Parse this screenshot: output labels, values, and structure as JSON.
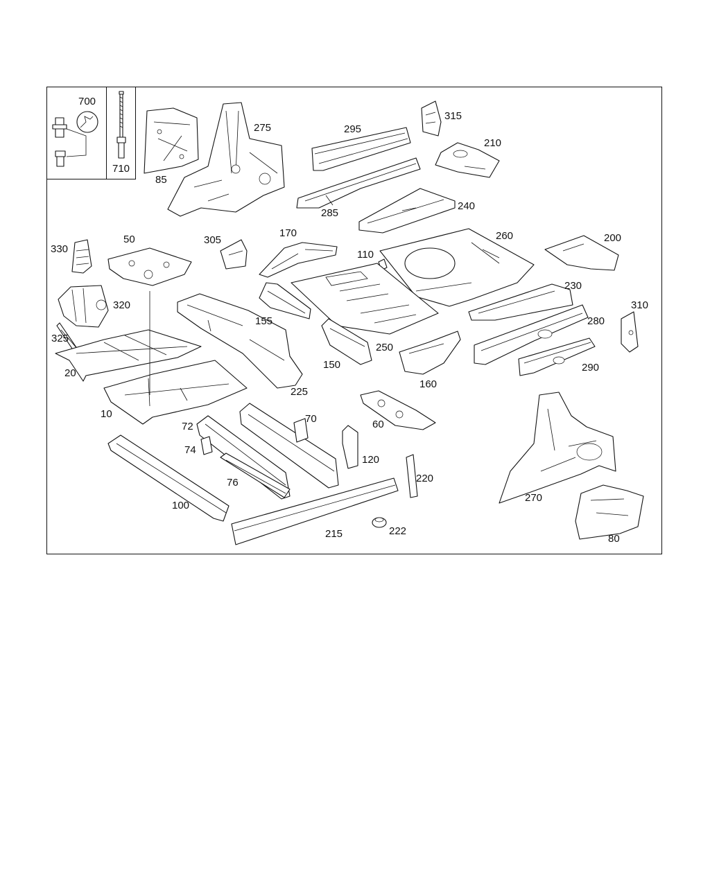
{
  "labels": {
    "p700": "700",
    "p710": "710",
    "p85": "85",
    "p275": "275",
    "p295": "295",
    "p315": "315",
    "p210": "210",
    "p285": "285",
    "p240": "240",
    "p330": "330",
    "p50": "50",
    "p305": "305",
    "p170": "170",
    "p110": "110",
    "p260": "260",
    "p200": "200",
    "p320": "320",
    "p155": "155",
    "p230": "230",
    "p310": "310",
    "p325": "325",
    "p280": "280",
    "p250": "250",
    "p20": "20",
    "p150": "150",
    "p290": "290",
    "p160": "160",
    "p225": "225",
    "p10": "10",
    "p70": "70",
    "p72": "72",
    "p60": "60",
    "p74": "74",
    "p120": "120",
    "p220": "220",
    "p76": "76",
    "p270": "270",
    "p100": "100",
    "p215": "215",
    "p222": "222",
    "p80": "80"
  }
}
